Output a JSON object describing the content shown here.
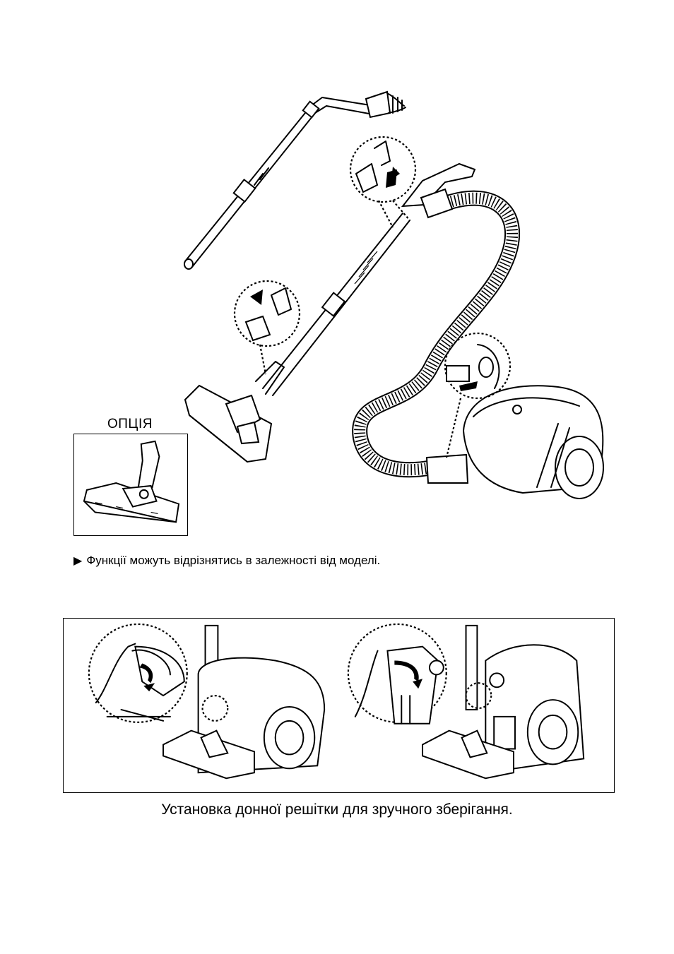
{
  "page": {
    "option_label": "ОПЦІЯ",
    "note": {
      "marker_icon": "triangle-right-icon",
      "text": "Функції можуть відрізнятись в залежності від моделі."
    },
    "storage_caption": "Установка донної решітки для зручного зберігання."
  }
}
